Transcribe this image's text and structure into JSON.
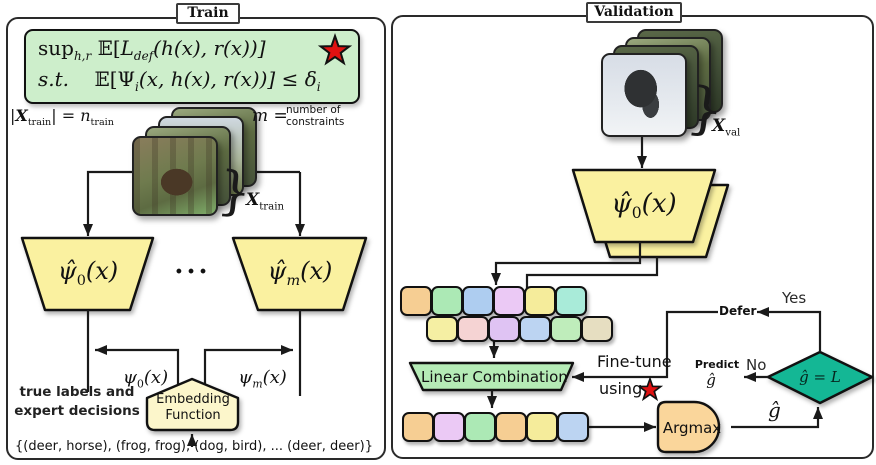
{
  "panels": {
    "train": {
      "title": "Train",
      "objective": {
        "sup": "sup",
        "sup_sub": "h,r",
        "expect": "𝔼[",
        "loss": "L",
        "loss_sub": "def",
        "rest": "(h(x), r(x))]"
      },
      "constraint": {
        "st": "s.t.",
        "expect": "𝔼[",
        "psi": "Ψ",
        "psi_sub": "i",
        "rest": "(x, h(x), r(x))] ≤ ",
        "delta": "δ",
        "delta_sub": "i"
      },
      "set_size": {
        "p1": "|",
        "x": "X",
        "sub1": "train",
        "p2": "| = ",
        "n": "n",
        "sub2": "train"
      },
      "m_def": {
        "symbol": "m =",
        "line1": "number of",
        "line2": "constraints"
      },
      "x_label": {
        "base": "X",
        "sub": "train"
      },
      "models": {
        "left_base": "ψ̂",
        "left_sub": "0",
        "left_rest": "(x)",
        "dots": "...",
        "right_base": "ψ̂",
        "right_sub": "m",
        "right_rest": "(x)"
      },
      "outputs": {
        "left_base": "ψ",
        "left_sub": "0",
        "left_rest": "(x)",
        "right_base": "ψ",
        "right_sub": "m",
        "right_rest": "(x)"
      },
      "embedding": {
        "line1": "Embedding",
        "line2": "Function"
      },
      "true_labels": {
        "line1": "true labels and",
        "line2": "expert decisions"
      },
      "examples": "{(deer, horse), (frog, frog), (dog, bird), ... (deer, deer)}"
    },
    "validation": {
      "title": "Validation",
      "x_label": {
        "base": "X",
        "sub": "val"
      },
      "model": {
        "base": "ψ̂",
        "sub": "0",
        "rest": "(x)"
      },
      "linear_combination": "Linear Combination",
      "fine_tune": {
        "line1": "Fine-tune",
        "line2": "using"
      },
      "argmax": "Argmax",
      "g_hat": "ĝ",
      "decision": {
        "condition": "ĝ = L",
        "yes": "Yes",
        "no": "No",
        "defer": "Defer",
        "predict": "Predict",
        "predict_g": "ĝ"
      }
    }
  },
  "tokens": {
    "row1": [
      "#F6CE93",
      "#ACE9B5",
      "#AECDF0",
      "#EBC9F5",
      "#F5EC9B",
      "#A9EBD9"
    ],
    "row2": [
      "#F5EFA3",
      "#F5D3D3",
      "#DFC3F3",
      "#BCD4F2",
      "#BFEDBB",
      "#E6DEC1"
    ],
    "row3": [
      "#F6CE93",
      "#EBC9F5",
      "#ACE9B5",
      "#F6CE93",
      "#F5EC9B",
      "#BCD4F2"
    ]
  },
  "colors": {
    "panel_border": "#2a2a2a",
    "line": "#1a1a1a",
    "formula_box": "#cdeecb",
    "linear_combination_box": "#b5ebb6",
    "model_trapezoid": "#faf1a0",
    "embedding_pentagon": "#fcf6cb",
    "decision_diamond": "#14b795",
    "argmax_shape": "#fad69b",
    "star": "#e01111"
  }
}
